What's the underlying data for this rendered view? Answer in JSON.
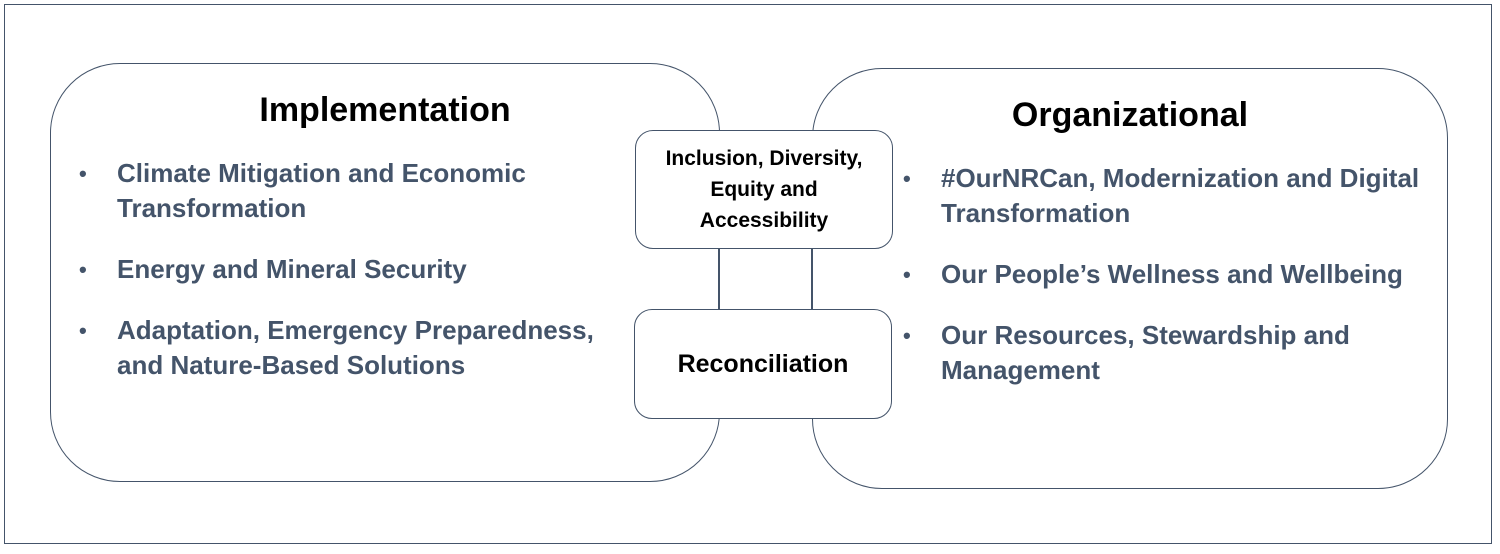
{
  "diagram": {
    "implementation": {
      "title": "Implementation",
      "items": [
        "Climate Mitigation and Economic Transformation",
        "Energy and Mineral Security",
        "Adaptation, Emergency Preparedness, and Nature-Based Solutions"
      ]
    },
    "organizational": {
      "title": "Organizational",
      "items": [
        "#OurNRCan, Modernization and Digital Transformation",
        "Our People’s Wellness and Wellbeing",
        "Our Resources, Stewardship and Management"
      ]
    },
    "center": {
      "idea_label": "Inclusion, Diversity, Equity and Accessibility",
      "reconciliation_label": "Reconciliation"
    },
    "bullet_glyph": "•",
    "colors": {
      "border": "#44546a",
      "item_text": "#44546a",
      "title_text": "#000000"
    }
  }
}
